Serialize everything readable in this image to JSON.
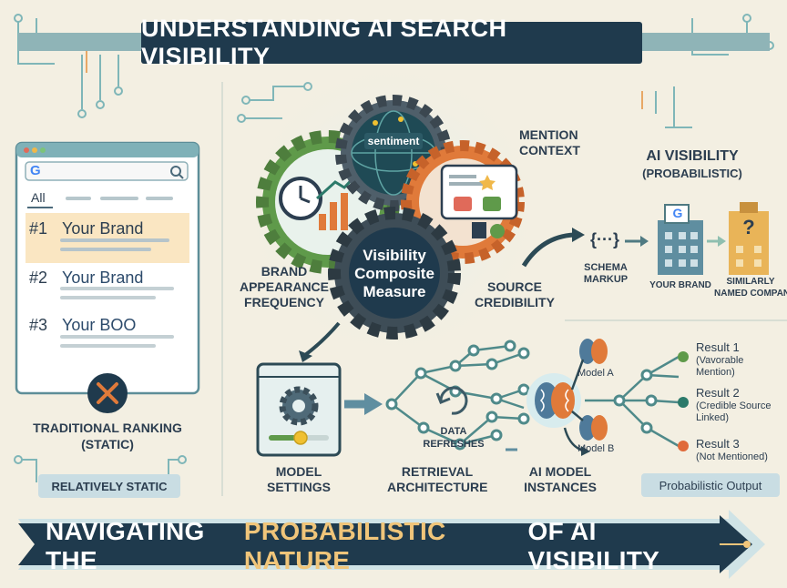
{
  "title": "UNDERSTANDING AI SEARCH VISIBILITY",
  "left_panel": {
    "search_glyph": "G",
    "tab_all": "All",
    "results": [
      {
        "rank": "#1",
        "label": "Your Brand"
      },
      {
        "rank": "#2",
        "label": "Your Brand"
      },
      {
        "rank": "#3",
        "label": "Your BOO"
      }
    ],
    "caption_line1": "TRADITIONAL RANKING",
    "caption_line2": "(STATIC)",
    "pill": "RELATIVELY STATIC"
  },
  "gears": {
    "sentiment": "sentiment",
    "center_line1": "Visibility",
    "center_line2": "Composite",
    "center_line3": "Measure",
    "brand_freq": [
      "BRAND",
      "APPEARANCE",
      "FREQUENCY"
    ],
    "mention_context": [
      "MENTION",
      "CONTEXT"
    ],
    "source_cred": [
      "SOURCE",
      "CREDIBILITY"
    ]
  },
  "ai_visibility": {
    "title_line1": "AI VISIBILITY",
    "title_line2": "(PROBABILISTIC)",
    "schema_glyph": "{···}",
    "schema_label": [
      "SCHEMA",
      "MARKUP"
    ],
    "your_brand": "YOUR BRAND",
    "similar": [
      "SIMILARLY",
      "NAMED COMPANY"
    ],
    "question_mark": "?"
  },
  "flow": {
    "model_settings": [
      "MODEL",
      "SETTINGS"
    ],
    "data_refreshes": [
      "DATA",
      "REFRESHES"
    ],
    "retrieval": [
      "RETRIEVAL",
      "ARCHITECTURE"
    ],
    "instances": [
      "AI MODEL",
      "INSTANCES"
    ],
    "model_a": "Model A",
    "model_b": "Model B"
  },
  "results": [
    {
      "title": "Result 1",
      "note1": "(Vavorable",
      "note2": "Mention)"
    },
    {
      "title": "Result 2",
      "note1": "(Credible Source",
      "note2": "Linked)"
    },
    {
      "title": "Result 3",
      "note1": "(Not Mentioned)",
      "note2": ""
    }
  ],
  "probabilistic_output": "Probabilistic Output",
  "bottom_banner": {
    "part1": "NAVIGATING THE",
    "highlight": "PROBABILISTIC NATURE",
    "part2": "OF AI VISIBILITY"
  },
  "colors": {
    "navy": "#1f3a4d",
    "teal": "#3d8a8a",
    "orange": "#e07a3a",
    "cream": "#f3efe2",
    "gold": "#f0c57a",
    "green": "#5f9a4a"
  }
}
